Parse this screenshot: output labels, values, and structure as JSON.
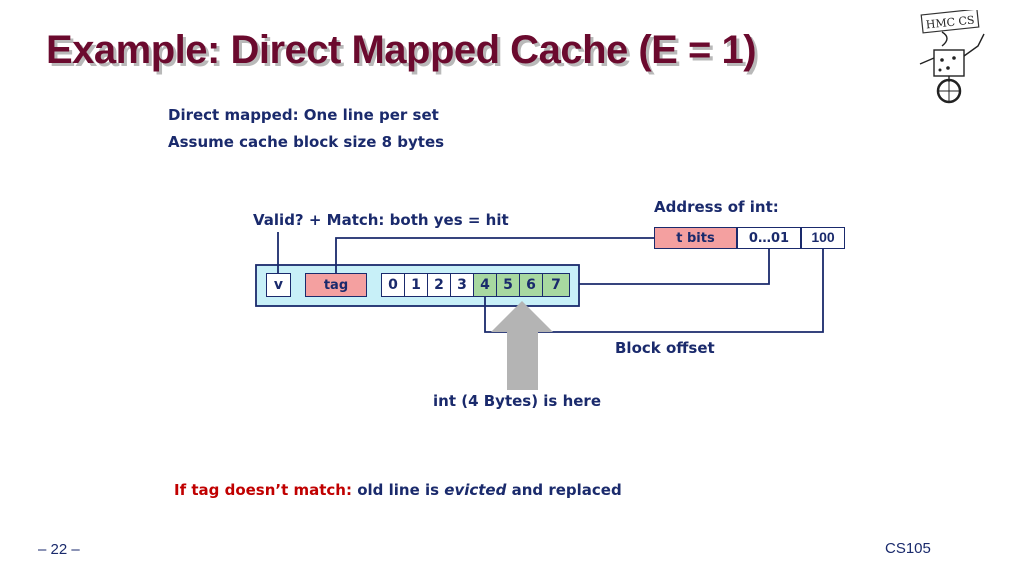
{
  "title": "Example: Direct Mapped Cache (E = 1)",
  "notes": [
    "Direct mapped: One line per set",
    "Assume cache block size 8 bytes"
  ],
  "valid_match_label": "Valid?   +  Match:  both yes = hit",
  "address": {
    "label": "Address of int:",
    "fields": [
      "t bits",
      "0…01",
      "100"
    ]
  },
  "line": {
    "valid": "v",
    "tag": "tag",
    "bytes": [
      "0",
      "1",
      "2",
      "3",
      "4",
      "5",
      "6",
      "7"
    ]
  },
  "block_offset_label": "Block offset",
  "int_label": "int (4 Bytes) is here",
  "evict": {
    "prefix": "If tag doesn’t match:",
    "middle": " old line is ",
    "emph": "evicted",
    "suffix": " and replaced"
  },
  "footer": {
    "page": "– 22 –",
    "course": "CS105"
  },
  "logo_text": "HMC CS",
  "colors": {
    "title": "#6b0a2e",
    "text": "#1a2a6c",
    "line_bg": "#c8f0f8",
    "tag_bg": "#f4a0a0",
    "hit_bytes_bg": "#a8d8a0",
    "arrow": "#b4b4b4"
  }
}
